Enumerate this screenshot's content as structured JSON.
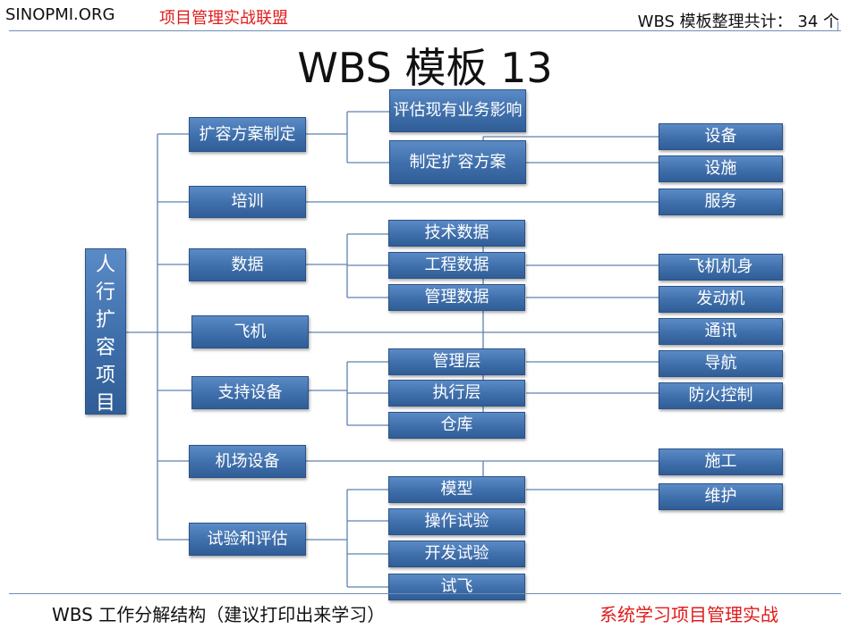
{
  "header": {
    "site": "SINOPMI.ORG",
    "brand": "项目管理实战联盟",
    "count": "WBS 模板整理共计： 34 个"
  },
  "title": "WBS 模板 13",
  "root": "人\n行\n扩\n容\n项\n目",
  "level1": [
    "扩容方案制定",
    "培训",
    "数据",
    "飞机",
    "支持设备",
    "机场设备",
    "试验和评估"
  ],
  "level2": {
    "plan": [
      "评估现有业务影响",
      "制定扩容方案"
    ],
    "data": [
      "技术数据",
      "工程数据",
      "管理数据"
    ],
    "support": [
      "管理层",
      "执行层",
      "仓库"
    ],
    "test": [
      "模型",
      "操作试验",
      "开发试验",
      "试飞"
    ]
  },
  "right_items": [
    "设备",
    "设施",
    "服务",
    "飞机机身",
    "发动机",
    "通讯",
    "导航",
    "防火控制",
    "施工",
    "维护"
  ],
  "footer": {
    "left": "WBS  工作分解结构（建议打印出来学习）",
    "right": "系统学习项目管理实战"
  },
  "colors": {
    "box": "#4a7ab8",
    "line": "#5f82b0",
    "accent_red": "#e01b1b"
  }
}
